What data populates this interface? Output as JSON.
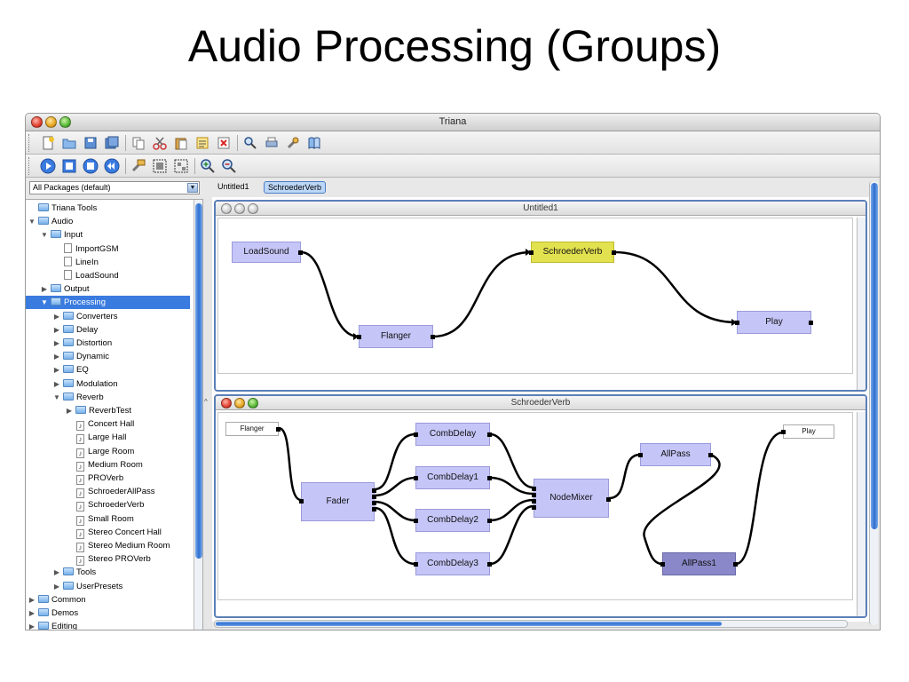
{
  "slide": {
    "title": "Audio Processing (Groups)"
  },
  "window": {
    "title": "Triana"
  },
  "toolbar1": {
    "icons": [
      "new-file-icon",
      "open-folder-icon",
      "save-icon",
      "save-all-icon",
      "copy-icon",
      "cut-icon",
      "paste-icon",
      "properties-icon",
      "delete-icon",
      "find-icon",
      "print-icon",
      "tools-icon",
      "help-book-icon"
    ]
  },
  "toolbar2": {
    "icons": [
      "run-icon",
      "stop-icon",
      "pause-icon",
      "rewind-icon",
      "group-icon",
      "select-all-icon",
      "ungroup-icon",
      "zoom-in-icon",
      "zoom-out-icon"
    ]
  },
  "packages": {
    "selected": "All Packages (default)"
  },
  "tree": [
    {
      "label": "Triana Tools",
      "depth": 0,
      "kind": "folder",
      "toggle": ""
    },
    {
      "label": "Audio",
      "depth": 0,
      "kind": "folder",
      "toggle": "▼"
    },
    {
      "label": "Input",
      "depth": 1,
      "kind": "folder",
      "toggle": "▼"
    },
    {
      "label": "ImportGSM",
      "depth": 2,
      "kind": "doc",
      "toggle": ""
    },
    {
      "label": "LineIn",
      "depth": 2,
      "kind": "doc",
      "toggle": ""
    },
    {
      "label": "LoadSound",
      "depth": 2,
      "kind": "doc",
      "toggle": ""
    },
    {
      "label": "Output",
      "depth": 1,
      "kind": "folder",
      "toggle": "▶"
    },
    {
      "label": "Processing",
      "depth": 1,
      "kind": "folder",
      "toggle": "▼",
      "selected": true
    },
    {
      "label": "Converters",
      "depth": 2,
      "kind": "folder",
      "toggle": "▶"
    },
    {
      "label": "Delay",
      "depth": 2,
      "kind": "folder",
      "toggle": "▶"
    },
    {
      "label": "Distortion",
      "depth": 2,
      "kind": "folder",
      "toggle": "▶"
    },
    {
      "label": "Dynamic",
      "depth": 2,
      "kind": "folder",
      "toggle": "▶"
    },
    {
      "label": "EQ",
      "depth": 2,
      "kind": "folder",
      "toggle": "▶"
    },
    {
      "label": "Modulation",
      "depth": 2,
      "kind": "folder",
      "toggle": "▶"
    },
    {
      "label": "Reverb",
      "depth": 2,
      "kind": "folder",
      "toggle": "▼"
    },
    {
      "label": "ReverbTest",
      "depth": 3,
      "kind": "folder",
      "toggle": "▶"
    },
    {
      "label": "Concert Hall",
      "depth": 3,
      "kind": "note",
      "toggle": ""
    },
    {
      "label": "Large Hall",
      "depth": 3,
      "kind": "note",
      "toggle": ""
    },
    {
      "label": "Large Room",
      "depth": 3,
      "kind": "note",
      "toggle": ""
    },
    {
      "label": "Medium Room",
      "depth": 3,
      "kind": "note",
      "toggle": ""
    },
    {
      "label": "PROVerb",
      "depth": 3,
      "kind": "note",
      "toggle": ""
    },
    {
      "label": "SchroederAllPass",
      "depth": 3,
      "kind": "note",
      "toggle": ""
    },
    {
      "label": "SchroederVerb",
      "depth": 3,
      "kind": "note",
      "toggle": ""
    },
    {
      "label": "Small Room",
      "depth": 3,
      "kind": "note",
      "toggle": ""
    },
    {
      "label": "Stereo Concert Hall",
      "depth": 3,
      "kind": "note",
      "toggle": ""
    },
    {
      "label": "Stereo Medium Room",
      "depth": 3,
      "kind": "note",
      "toggle": ""
    },
    {
      "label": "Stereo PROVerb",
      "depth": 3,
      "kind": "note",
      "toggle": ""
    },
    {
      "label": "Tools",
      "depth": 2,
      "kind": "folder",
      "toggle": "▶"
    },
    {
      "label": "UserPresets",
      "depth": 2,
      "kind": "folder",
      "toggle": "▶"
    },
    {
      "label": "Common",
      "depth": 0,
      "kind": "folder",
      "toggle": "▶"
    },
    {
      "label": "Demos",
      "depth": 0,
      "kind": "folder",
      "toggle": "▶"
    },
    {
      "label": "Editing",
      "depth": 0,
      "kind": "folder",
      "toggle": "▶"
    }
  ],
  "tabs": [
    {
      "label": "Untitled1",
      "active": false
    },
    {
      "label": "SchroederVerb",
      "active": true
    }
  ],
  "workspace1": {
    "title": "Untitled1",
    "nodes": {
      "loadsound": "LoadSound",
      "flanger": "Flanger",
      "schroederverb": "SchroederVerb",
      "play": "Play"
    }
  },
  "workspace2": {
    "title": "SchroederVerb",
    "nodes": {
      "flanger": "Flanger",
      "fader": "Fader",
      "combdelay": "CombDelay",
      "combdelay1": "CombDelay1",
      "combdelay2": "CombDelay2",
      "combdelay3": "CombDelay3",
      "nodemixer": "NodeMixer",
      "allpass": "AllPass",
      "allpass1": "AllPass1",
      "play": "Play"
    }
  },
  "colors": {
    "node": "#c5c5f8",
    "selected_node": "#e2e14f",
    "dark_node": "#8a88c8",
    "tree_selection": "#3a7be0"
  }
}
